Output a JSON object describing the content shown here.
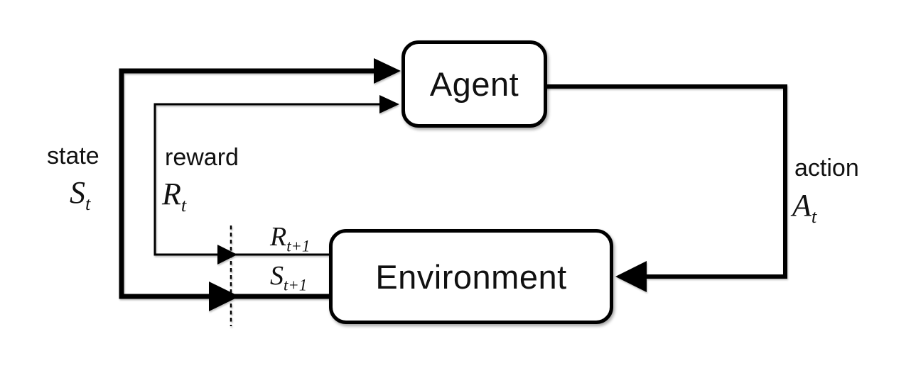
{
  "diagram": {
    "boxes": {
      "agent": "Agent",
      "environment": "Environment"
    },
    "labels": {
      "state_word": "state",
      "reward_word": "reward",
      "action_word": "action"
    },
    "symbols": {
      "state": {
        "base": "S",
        "sub": "t"
      },
      "reward": {
        "base": "R",
        "sub": "t"
      },
      "action": {
        "base": "A",
        "sub": "t"
      },
      "next_reward": {
        "base": "R",
        "sub": "t+1"
      },
      "next_state": {
        "base": "S",
        "sub": "t+1"
      }
    },
    "colors": {
      "line": "#000000",
      "background": "#ffffff",
      "text": "#111111"
    }
  }
}
